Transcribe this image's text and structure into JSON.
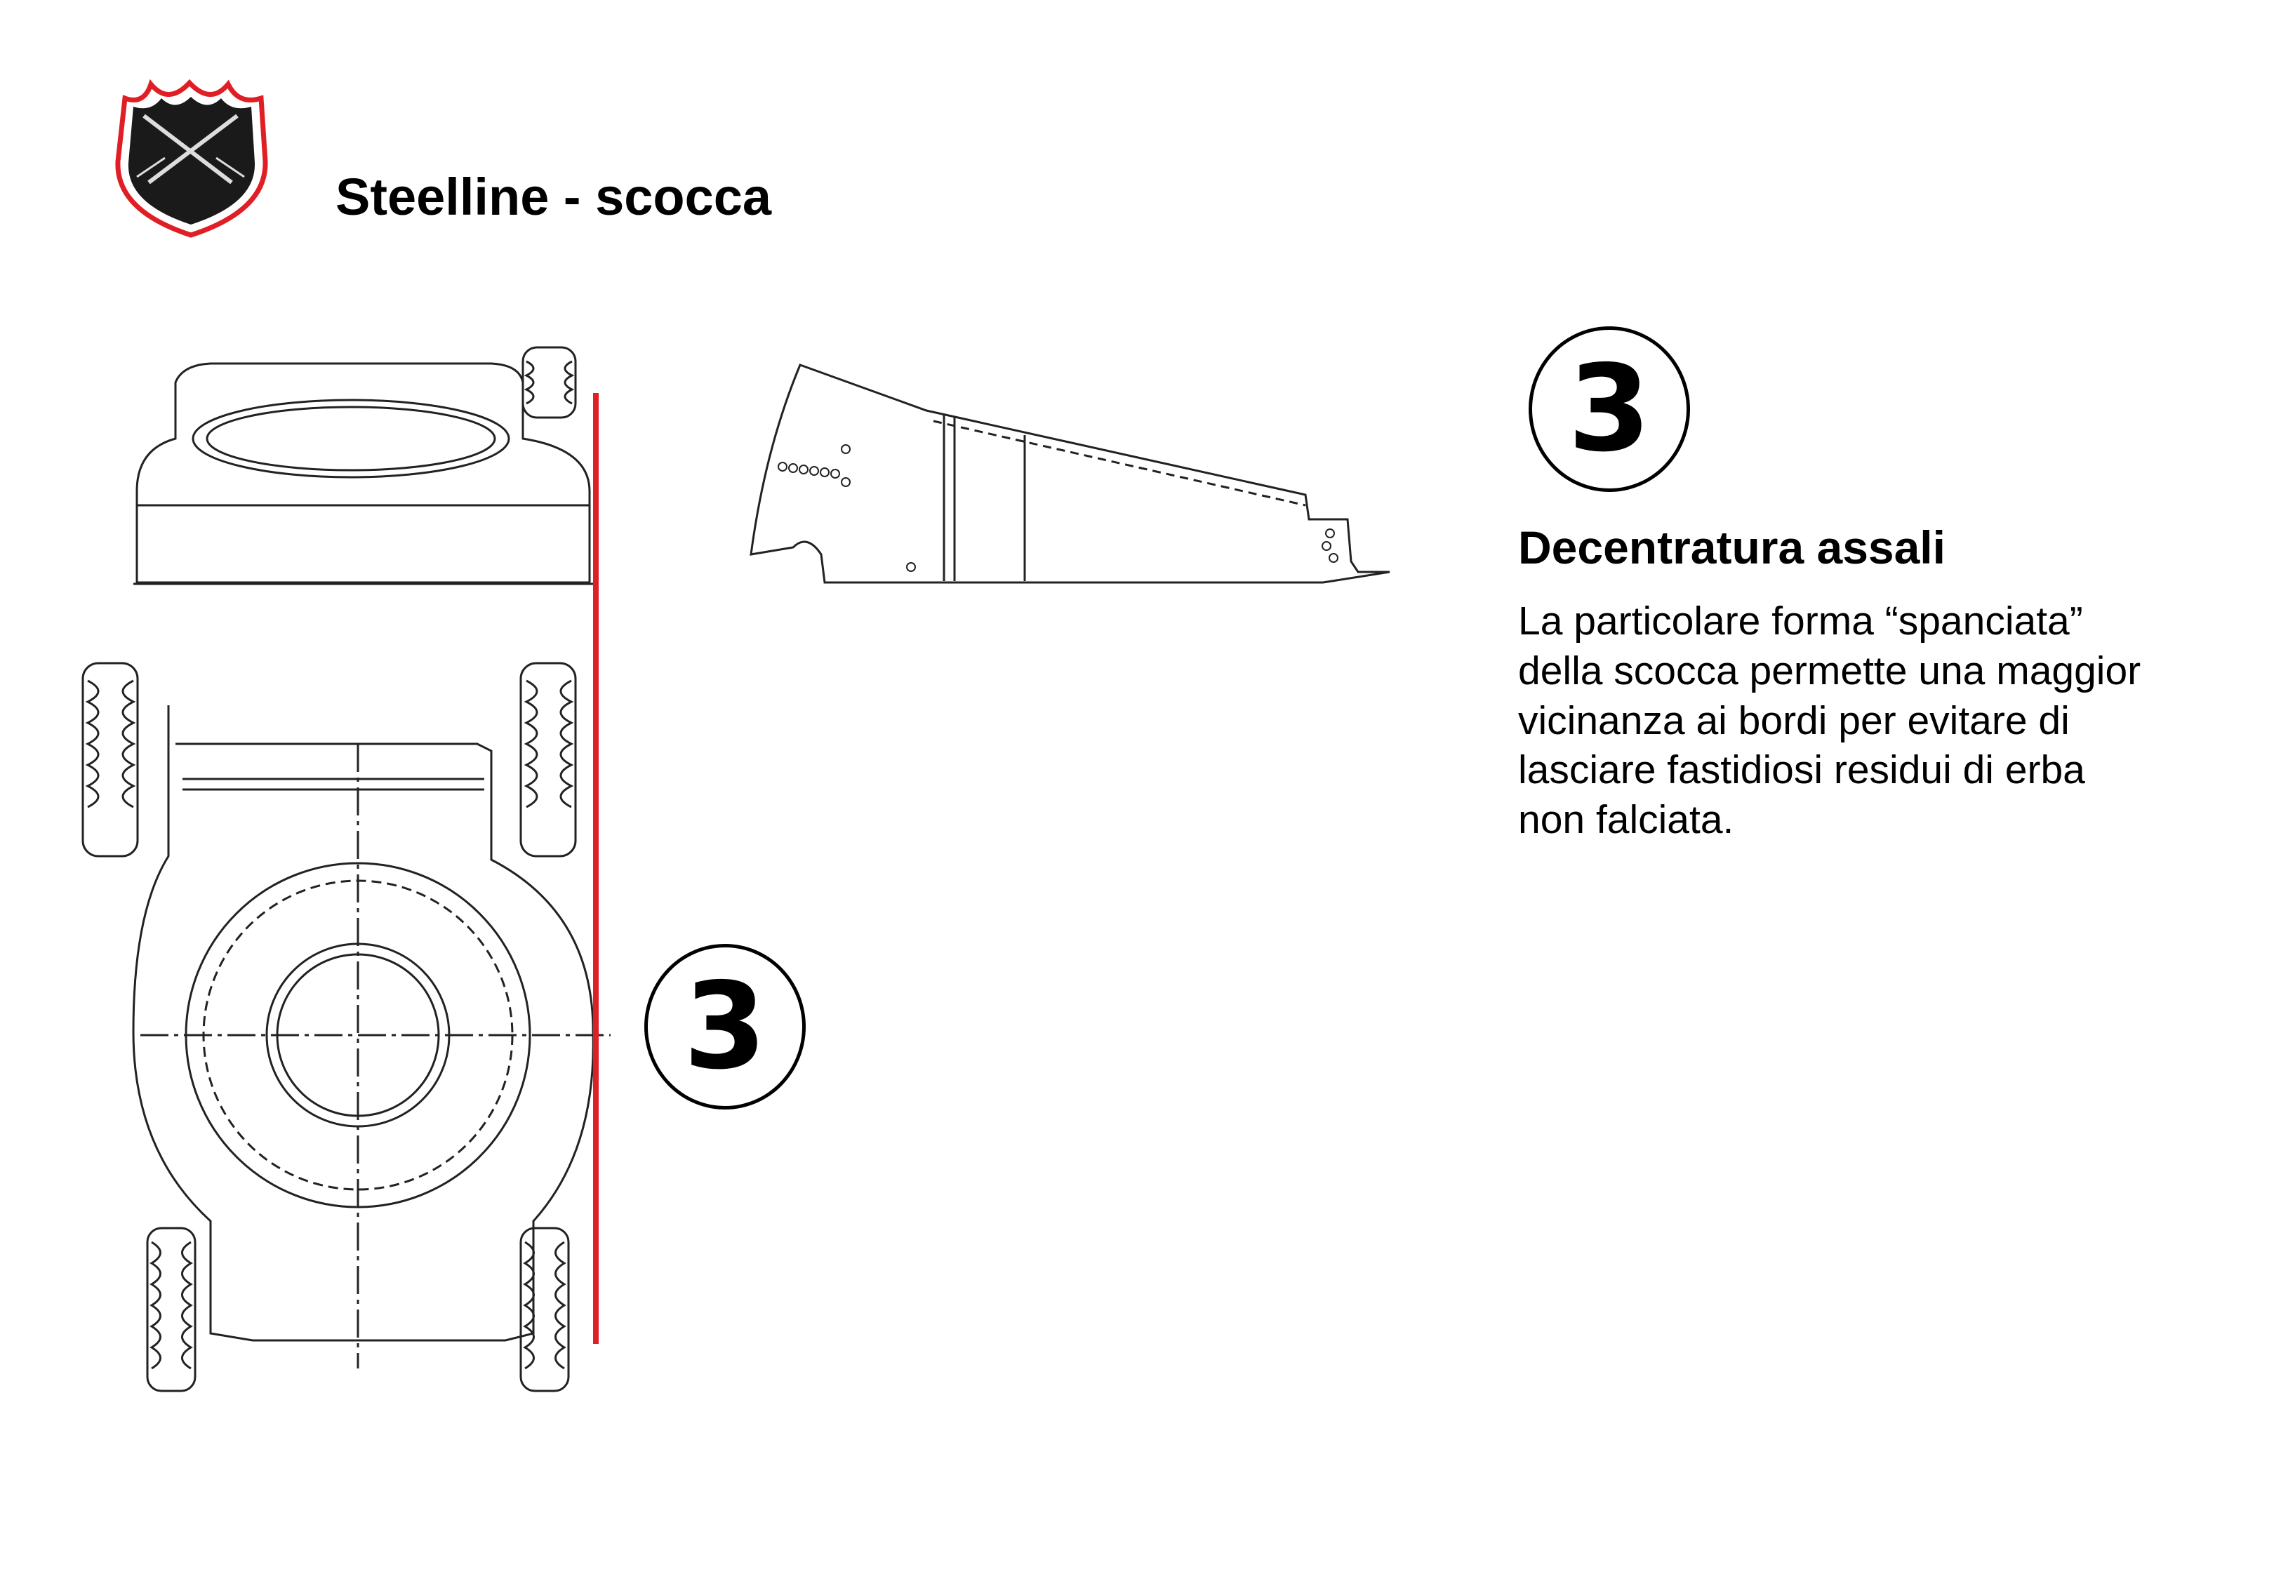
{
  "header": {
    "logo": "shield-crossed-swords-logo",
    "title": "Steelline - scocca"
  },
  "feature": {
    "number": "3",
    "heading": "Decentratura assali",
    "body_lines": [
      "La particolare forma “spanciata”",
      "della scocca permette una maggior",
      "vicinanza ai bordi per evitare di",
      "lasciare fastidiosi residui di erba",
      "non falciata."
    ]
  },
  "diagram": {
    "callout_number": "3",
    "accent_color": "#e01e25"
  }
}
